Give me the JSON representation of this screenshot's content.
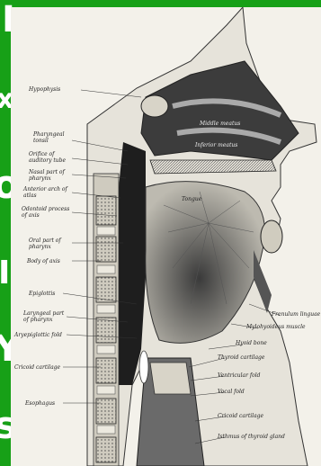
{
  "frame": {
    "bg_color": "#17a017",
    "edge_chars": {
      "top_left": "I",
      "left_1": "x",
      "left_2": "o",
      "left_3": "I",
      "left_4": "Y",
      "left_5": "s"
    }
  },
  "illustration": {
    "subject": "sagittal section of head and neck",
    "labels_left": [
      "Hypophysis",
      "Pharyngeal\ntonsil",
      "Orifice of\nauditory tube",
      "Nasal part of\npharynx",
      "Anterior arch of\natlas",
      "Odontoid process\nof axis",
      "Oral part of\npharynx",
      "Body of axis",
      "Epiglottis",
      "Laryngeal part\nof pharynx",
      "Aryepiglottic fold",
      "Cricoid cartilage",
      "Esophagus"
    ],
    "labels_inside": [
      "Middle meatus",
      "Inferior meatus",
      "Tongue"
    ],
    "labels_right": [
      "Frenulum linguae",
      "Mylohyoideus muscle",
      "Hyoid bone",
      "Thyroid cartilage",
      "Ventricular fold",
      "Vocal fold",
      "Cricoid cartilage",
      "Isthmus of thyroid gland"
    ]
  }
}
